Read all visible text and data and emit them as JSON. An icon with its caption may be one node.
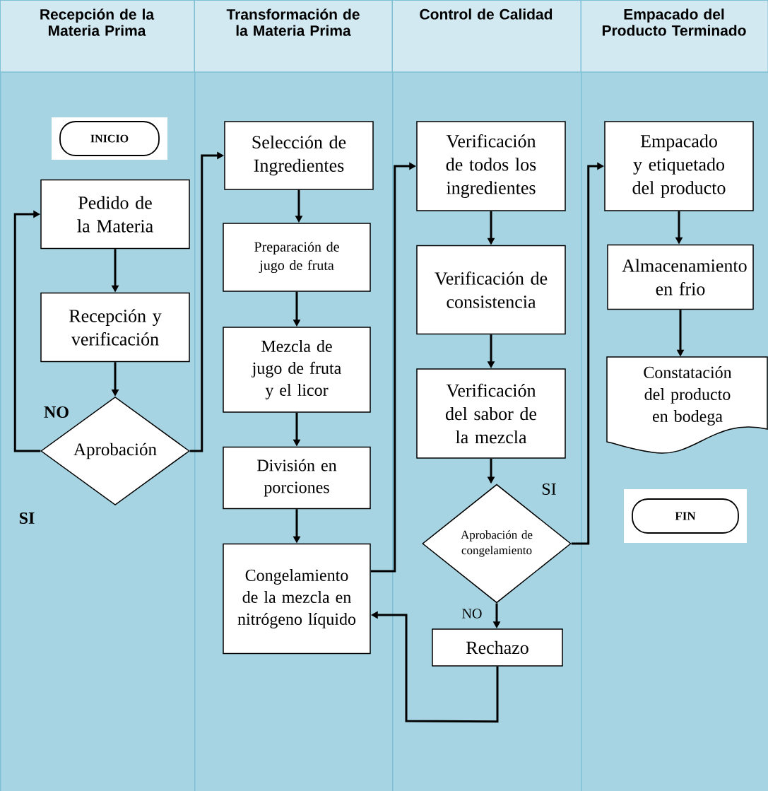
{
  "diagram": {
    "nodes": [
      {
        "text": [
          "Recepción de la Materia Prima"
        ]
      },
      {
        "text": [
          "Transformación de la Materia Prima"
        ]
      },
      {
        "text": [
          "Control de Calidad"
        ]
      },
      {
        "text": [
          "Empacado del Producto Terminado"
        ]
      },
      {
        "text": [
          "INICIO"
        ],
        "in": 0
      },
      {
        "text": [
          "Pedido de la Materia"
        ],
        "in": 0
      },
      {
        "text": [
          "Recepción y verificación"
        ],
        "in": 0
      },
      {
        "text": [
          "Aprobación"
        ],
        "in": 0
      },
      {
        "text": [
          "Selección de Ingredientes"
        ],
        "in": 1
      },
      {
        "text": [
          "Preparación de jugo de fruta"
        ],
        "in": 1
      },
      {
        "text": [
          "Mezcla de jugo de fruta y el licor"
        ],
        "in": 1
      },
      {
        "text": [
          "División en porciones"
        ],
        "in": 1
      },
      {
        "text": [
          "Congelamiento de la mezcla en nitrógeno líquido"
        ],
        "in": 1
      },
      {
        "text": [
          "Verificación de todos los ingredientes"
        ],
        "in": 2
      },
      {
        "text": [
          "Verificación de consistencia"
        ],
        "in": 2
      },
      {
        "text": [
          "Verificación del sabor de la mezcla"
        ],
        "in": 2
      },
      {
        "text": [
          "Aprobación de congelamiento"
        ],
        "in": 2
      },
      {
        "text": [
          "Rechazo"
        ],
        "in": 2
      },
      {
        "text": [
          "Empacado y etiquetado del producto"
        ],
        "in": 3
      },
      {
        "text": [
          "Almacenamiento en frio"
        ],
        "in": 3
      },
      {
        "text": [
          "Constatación del producto en bodega"
        ],
        "in": 3
      },
      {
        "text": [
          "FIN"
        ],
        "in": 3
      }
    ],
    "edges": [
      {
        "from": 5,
        "to": 6,
        "arrow": "to"
      },
      {
        "from": 6,
        "to": 7,
        "arrow": "to"
      },
      {
        "from": 7,
        "to": 5,
        "arrow": "to",
        "label": "NO"
      },
      {
        "from": 7,
        "to": 8,
        "arrow": "to"
      },
      {
        "from": 8,
        "to": 9,
        "arrow": "to"
      },
      {
        "from": 9,
        "to": 10,
        "arrow": "to"
      },
      {
        "from": 10,
        "to": 11,
        "arrow": "to"
      },
      {
        "from": 11,
        "to": 12,
        "arrow": "to"
      },
      {
        "from": 12,
        "to": 13,
        "arrow": "to"
      },
      {
        "from": 13,
        "to": 14,
        "arrow": "to"
      },
      {
        "from": 14,
        "to": 15,
        "arrow": "to"
      },
      {
        "from": 15,
        "to": 16,
        "arrow": "to"
      },
      {
        "from": 16,
        "to": 18,
        "arrow": "to",
        "label": "SI"
      },
      {
        "from": 16,
        "to": 17,
        "arrow": "to",
        "label": "NO"
      },
      {
        "from": 17,
        "to": 12,
        "arrow": "to"
      },
      {
        "from": 18,
        "to": 19,
        "arrow": "to"
      },
      {
        "from": 19,
        "to": 20,
        "arrow": "to"
      }
    ],
    "labels": [
      "SI"
    ]
  }
}
